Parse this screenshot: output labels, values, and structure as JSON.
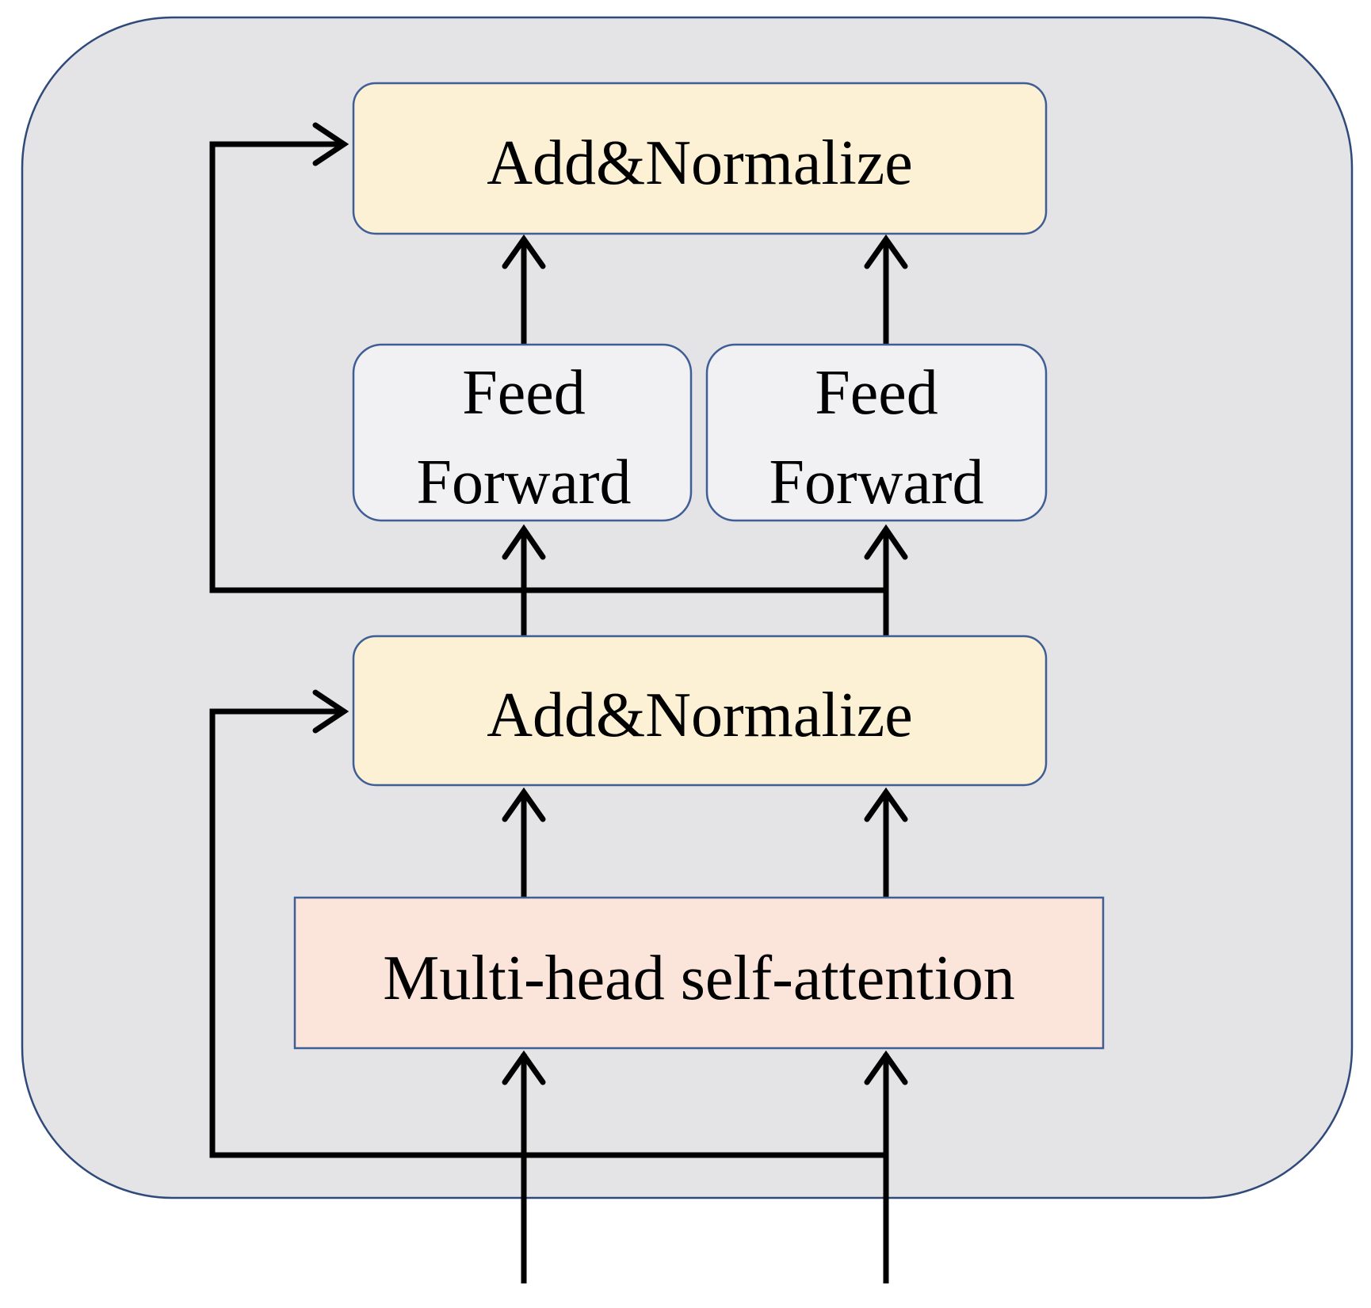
{
  "blocks": {
    "add_normalize_top": {
      "label": "Add&Normalize"
    },
    "feed_forward_left": {
      "line1": "Feed",
      "line2": "Forward"
    },
    "feed_forward_right": {
      "line1": "Feed",
      "line2": "Forward"
    },
    "add_normalize_bottom": {
      "label": "Add&Normalize"
    },
    "multi_head_attention": {
      "label": "Multi-head self-attention"
    }
  },
  "colors": {
    "container_fill": "#e4e3e6",
    "container_stroke": "#2f4a7a",
    "add_normalize_fill": "#fcf1d4",
    "feed_forward_fill": "#f1f1f4",
    "attention_fill": "#fbe5da",
    "box_stroke": "#3f5e96",
    "arrow_color": "#000000"
  }
}
